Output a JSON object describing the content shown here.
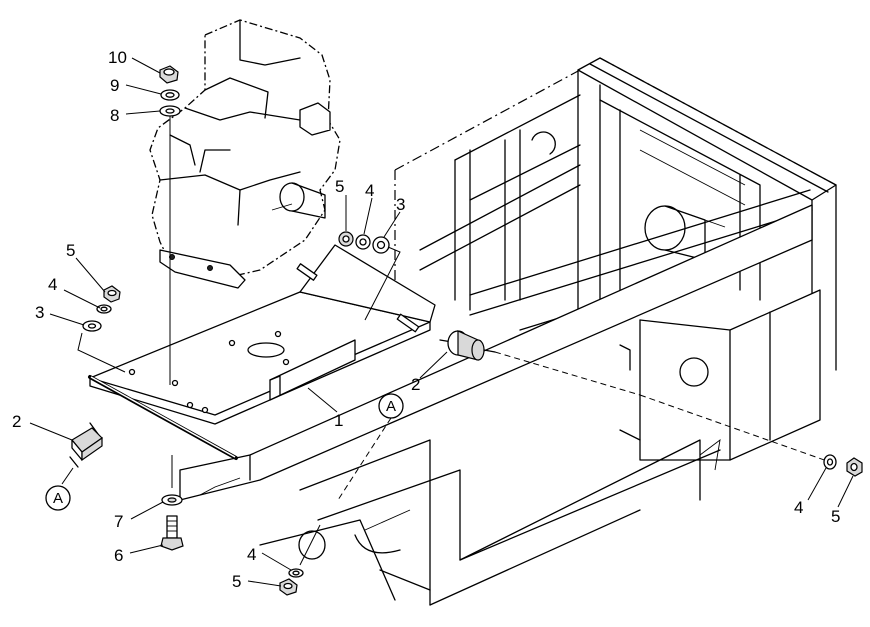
{
  "labels": {
    "p10": "10",
    "p9": "9",
    "p8": "8",
    "p5_top": "5",
    "p4_top": "4",
    "p3_top": "3",
    "p5_left": "5",
    "p4_left": "4",
    "p3_left": "3",
    "p2_left": "2",
    "p2_mid": "2",
    "p1": "1",
    "p7": "7",
    "p6": "6",
    "p4_bottom": "4",
    "p5_bottom": "5",
    "p4_right": "4",
    "p5_right": "5",
    "ref_a_left": "A",
    "ref_a_mid": "A"
  }
}
